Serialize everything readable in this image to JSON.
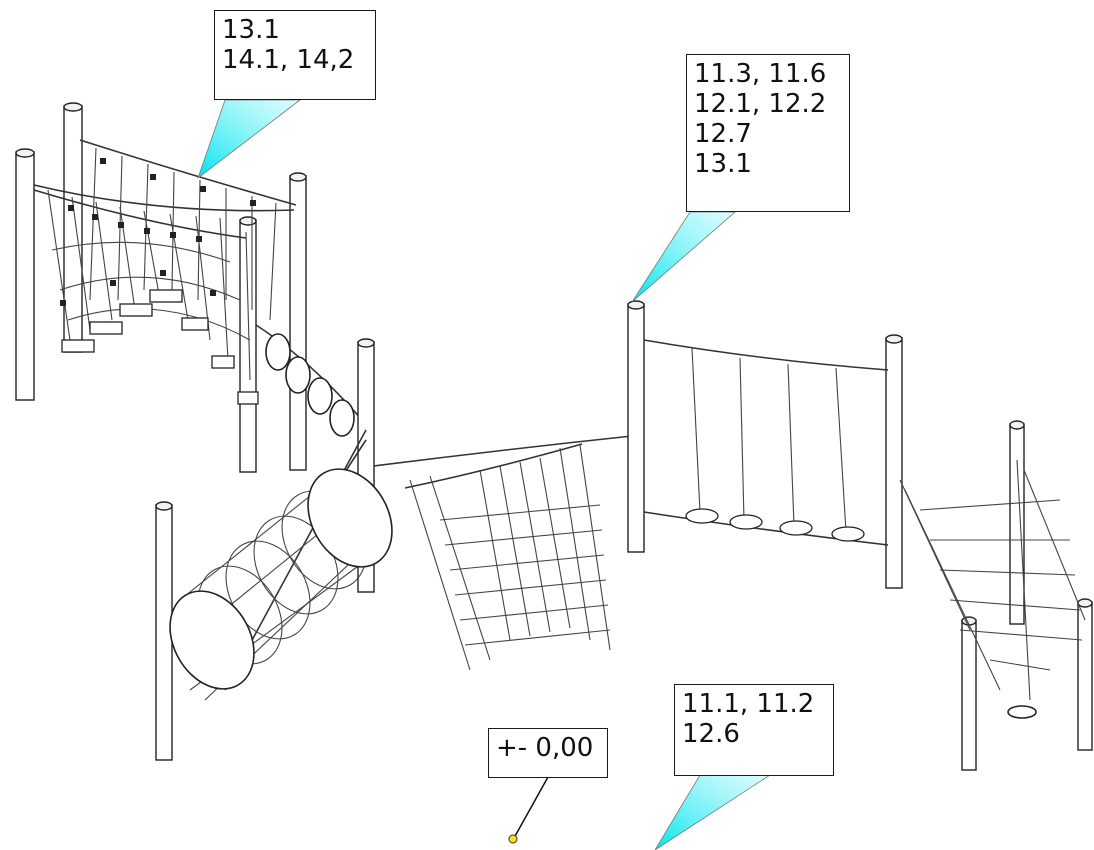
{
  "callouts": [
    {
      "id": "top-left",
      "lines": [
        "13.1",
        "14.1, 14,2"
      ]
    },
    {
      "id": "top-right",
      "lines": [
        "11.3, 11.6",
        "12.1, 12.2",
        "12.7",
        "13.1"
      ]
    },
    {
      "id": "level",
      "lines": [
        "+- 0,00"
      ]
    },
    {
      "id": "bottom",
      "lines": [
        "11.1, 11.2",
        "12.6"
      ]
    }
  ],
  "colors": {
    "beam": "#00e5ee",
    "outline": "#1a1a1a",
    "marker": "#f4e02a"
  }
}
